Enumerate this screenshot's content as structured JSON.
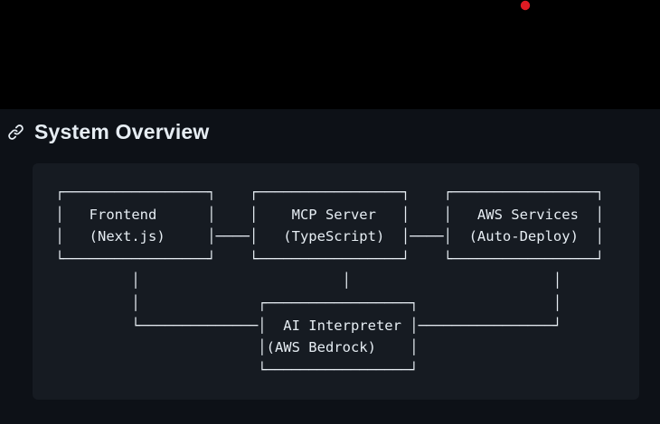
{
  "recording_indicator": {
    "color": "#df1b23"
  },
  "header": {
    "title": "System Overview"
  },
  "colors": {
    "top_band_bg": "#000000",
    "page_bg": "#0d1117",
    "code_block_bg": "#161b22",
    "text": "#e6edf3"
  },
  "diagram": {
    "nodes": [
      {
        "label": "Frontend",
        "sublabel": "(Next.js)"
      },
      {
        "label": "MCP Server",
        "sublabel": "(TypeScript)"
      },
      {
        "label": "AWS Services",
        "sublabel": "(Auto-Deploy)"
      },
      {
        "label": "AI Interpreter",
        "sublabel": "(AWS Bedrock)"
      }
    ],
    "edges": [
      "Frontend — MCP Server",
      "MCP Server — AWS Services",
      "Frontend — AI Interpreter",
      "MCP Server — AI Interpreter",
      "AWS Services — AI Interpreter"
    ],
    "ascii": " ┌─────────────────┐    ┌─────────────────┐    ┌─────────────────┐\n │   Frontend      │    │    MCP Server   │    │   AWS Services  │\n │   (Next.js)     │────│   (TypeScript)  │────│  (Auto-Deploy)  │\n └─────────────────┘    └─────────────────┘    └─────────────────┘\n          │                        │                        │\n          │              ┌─────────────────┐                │\n          └──────────────│  AI Interpreter │────────────────┘\n                         │(AWS Bedrock)    │\n                         └─────────────────┘"
  }
}
